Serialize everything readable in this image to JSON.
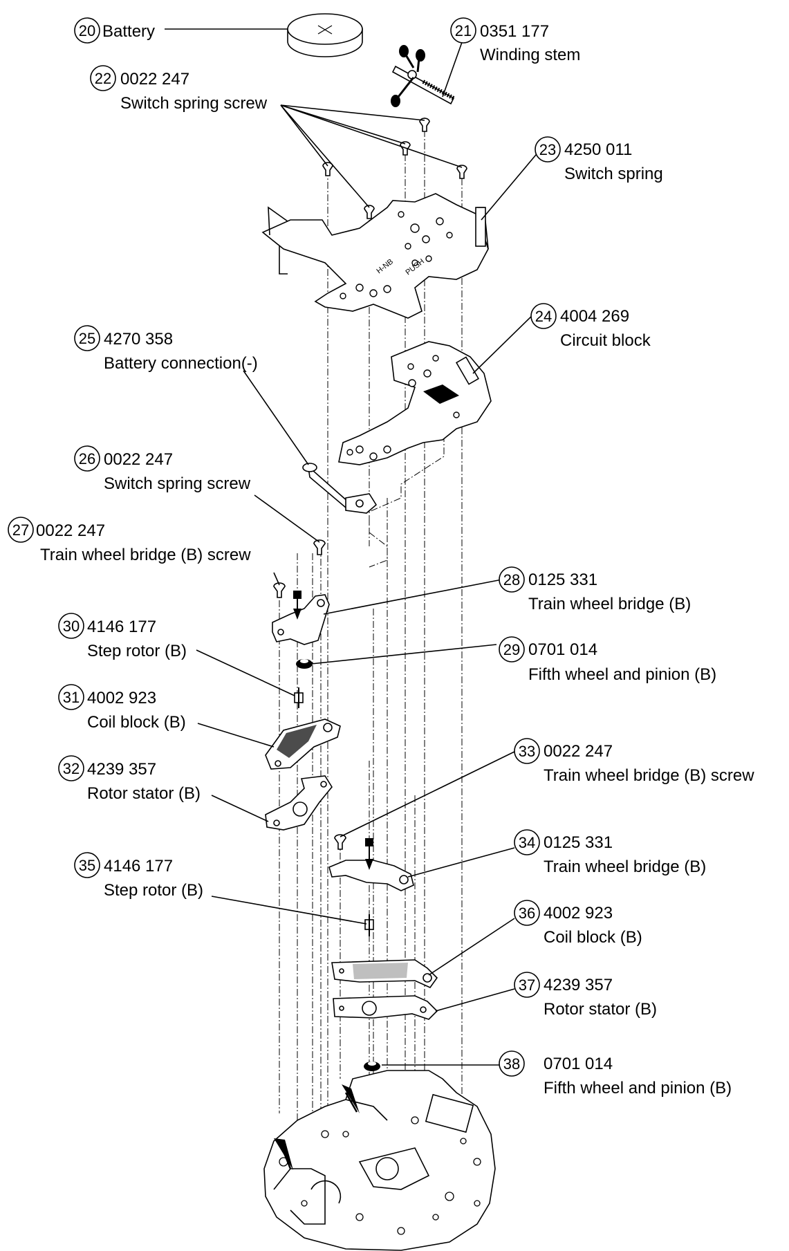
{
  "callouts": [
    {
      "num": "20",
      "part": "Battery",
      "code": ""
    },
    {
      "num": "21",
      "part": "Winding stem",
      "code": "0351 177"
    },
    {
      "num": "22",
      "part": "Switch spring screw",
      "code": "0022 247"
    },
    {
      "num": "23",
      "part": "Switch spring",
      "code": "4250 011"
    },
    {
      "num": "24",
      "part": "Circuit block",
      "code": "4004 269"
    },
    {
      "num": "25",
      "part": "Battery connection(-)",
      "code": "4270 358"
    },
    {
      "num": "26",
      "part": "Switch spring screw",
      "code": "0022 247"
    },
    {
      "num": "27",
      "part": "Train wheel bridge (B) screw",
      "code": "0022 247"
    },
    {
      "num": "28",
      "part": "Train wheel bridge (B)",
      "code": "0125 331"
    },
    {
      "num": "29",
      "part": "Fifth wheel and pinion (B)",
      "code": "0701 014"
    },
    {
      "num": "30",
      "part": "Step rotor (B)",
      "code": "4146 177"
    },
    {
      "num": "31",
      "part": "Coil block (B)",
      "code": "4002 923"
    },
    {
      "num": "32",
      "part": "Rotor stator (B)",
      "code": "4239 357"
    },
    {
      "num": "33",
      "part": "Train wheel bridge (B) screw",
      "code": "0022 247"
    },
    {
      "num": "34",
      "part": "Train wheel bridge (B)",
      "code": "0125 331"
    },
    {
      "num": "35",
      "part": "Step rotor (B)",
      "code": "4146 177"
    },
    {
      "num": "36",
      "part": "Coil block (B)",
      "code": "4002 923"
    },
    {
      "num": "37",
      "part": "Rotor stator (B)",
      "code": "4239 357"
    },
    {
      "num": "38",
      "part": "Fifth wheel and pinion (B)",
      "code": "0701 014"
    }
  ],
  "plate_markings": {
    "left": "H-NB",
    "right": "PUSH"
  }
}
